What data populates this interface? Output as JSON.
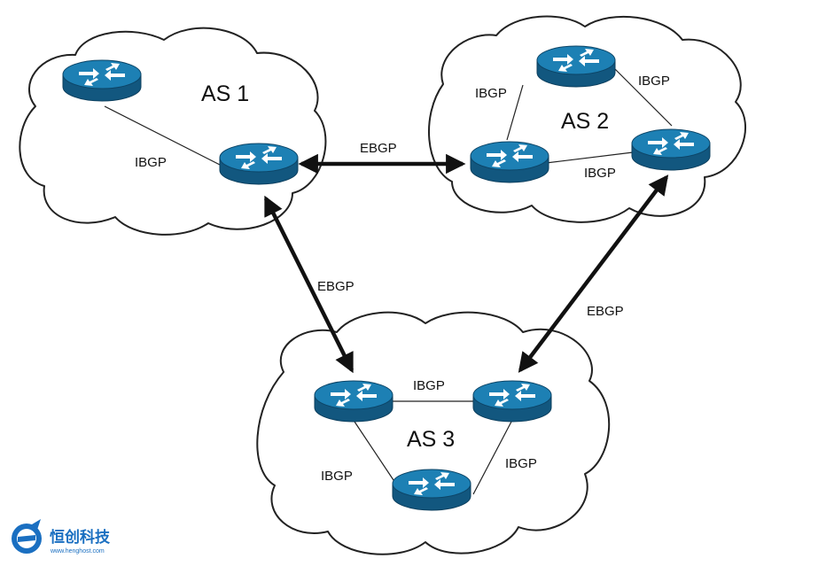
{
  "autonomous_systems": [
    {
      "id": "as1",
      "label": "AS 1"
    },
    {
      "id": "as2",
      "label": "AS 2"
    },
    {
      "id": "as3",
      "label": "AS 3"
    }
  ],
  "links": {
    "as1_ibgp": "IBGP",
    "as2_ibgp_left": "IBGP",
    "as2_ibgp_right": "IBGP",
    "as2_ibgp_bottom": "IBGP",
    "as3_ibgp_top": "IBGP",
    "as3_ibgp_left": "IBGP",
    "as3_ibgp_right": "IBGP",
    "ebgp_as1_as2": "EBGP",
    "ebgp_as1_as3": "EBGP",
    "ebgp_as2_as3": "EBGP"
  },
  "colors": {
    "router_top": "#1d80b4",
    "router_side": "#12577f",
    "logo": "#1a6fc1"
  },
  "logo": {
    "icon": "hengchuang-logo-icon",
    "text": "恒创科技",
    "url": "www.henghost.com"
  }
}
